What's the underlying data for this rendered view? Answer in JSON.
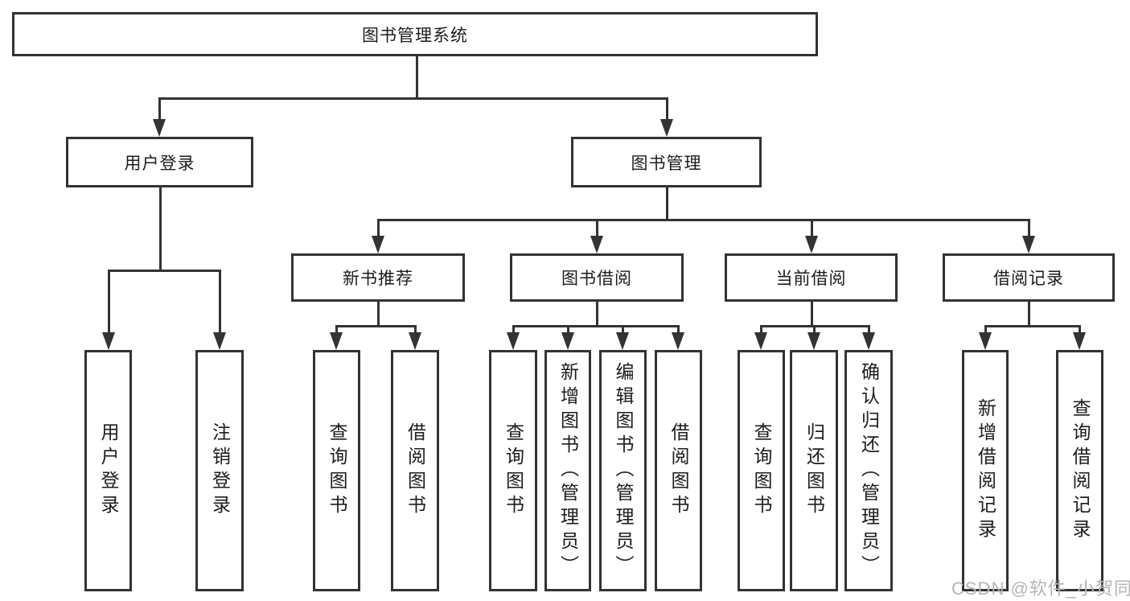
{
  "diagram": {
    "title": "图书管理系统",
    "nodes": {
      "root": "图书管理系统",
      "user_login": "用户登录",
      "book_mgmt": "图书管理",
      "new_book_rec": "新书推荐",
      "book_borrow": "图书借阅",
      "current_borrow": "当前借阅",
      "borrow_record": "借阅记录",
      "leaf_user_login": "用户登录",
      "leaf_logout": "注销登录",
      "leaf_query_book_a": "查询图书",
      "leaf_borrow_book_a": "借阅图书",
      "leaf_query_book_b": "查询图书",
      "leaf_add_book": "新增图书（管理员）",
      "leaf_edit_book": "编辑图书（管理员）",
      "leaf_borrow_book_b": "借阅图书",
      "leaf_query_book_c": "查询图书",
      "leaf_return_book": "归还图书",
      "leaf_confirm_return": "确认归还（管理员）",
      "leaf_add_record": "新增借阅记录",
      "leaf_query_record": "查询借阅记录"
    },
    "hierarchy": {
      "图书管理系统": {
        "用户登录": [
          "用户登录",
          "注销登录"
        ],
        "图书管理": {
          "新书推荐": [
            "查询图书",
            "借阅图书"
          ],
          "图书借阅": [
            "查询图书",
            "新增图书（管理员）",
            "编辑图书（管理员）",
            "借阅图书"
          ],
          "当前借阅": [
            "查询图书",
            "归还图书",
            "确认归还（管理员）"
          ],
          "借阅记录": [
            "新增借阅记录",
            "查询借阅记录"
          ]
        }
      }
    },
    "colors": {
      "line": "#333333",
      "text": "#1c1c1c",
      "background": "#ffffff",
      "watermark": "#b5b5b5"
    }
  },
  "watermark": "CSDN @软件_小贺同学"
}
